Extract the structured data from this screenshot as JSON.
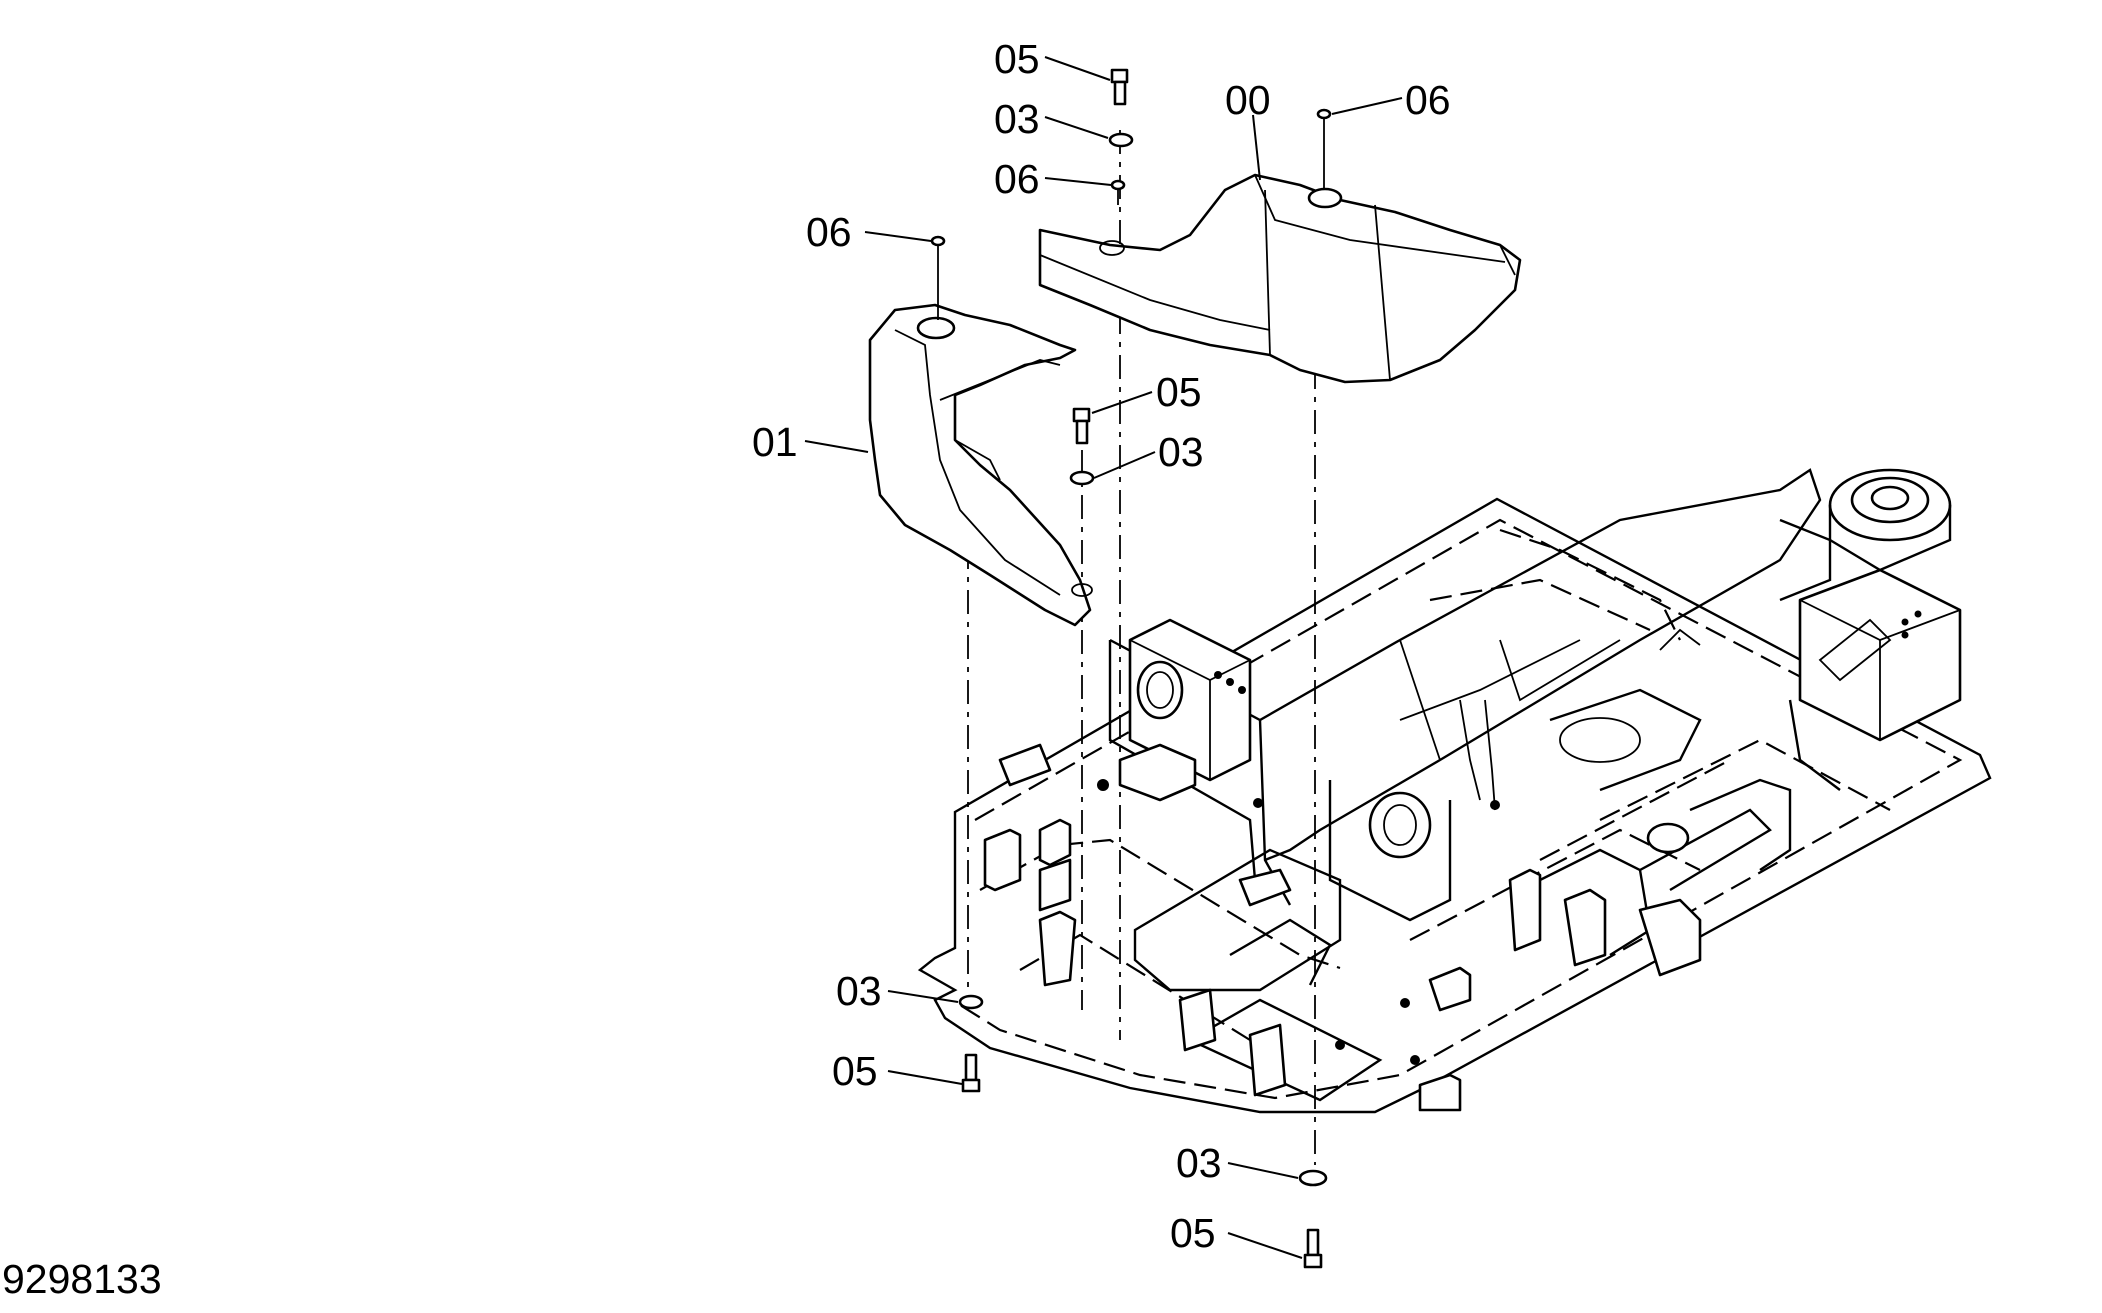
{
  "drawing_number": "9298133",
  "callouts": [
    {
      "id": "c05-top",
      "text": "05"
    },
    {
      "id": "c03-top",
      "text": "03"
    },
    {
      "id": "c06-top-mid",
      "text": "06"
    },
    {
      "id": "c00",
      "text": "00"
    },
    {
      "id": "c06-top-right",
      "text": "06"
    },
    {
      "id": "c06-left",
      "text": "06"
    },
    {
      "id": "c01",
      "text": "01"
    },
    {
      "id": "c05-mid",
      "text": "05"
    },
    {
      "id": "c03-mid",
      "text": "03"
    },
    {
      "id": "c03-bottom-left",
      "text": "03"
    },
    {
      "id": "c05-bottom-left",
      "text": "05"
    },
    {
      "id": "c03-bottom-right",
      "text": "03"
    },
    {
      "id": "c05-bottom-right",
      "text": "05"
    }
  ]
}
